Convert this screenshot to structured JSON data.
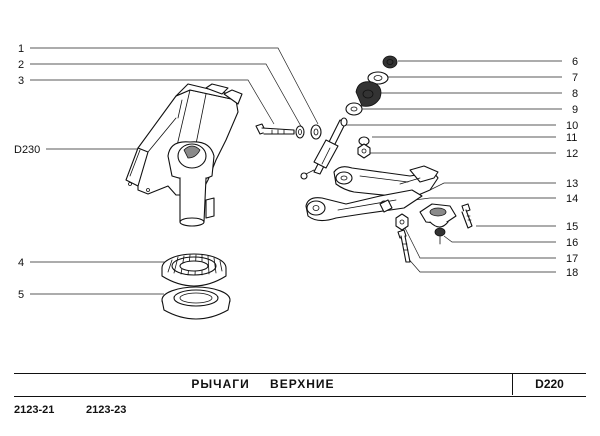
{
  "callouts": {
    "left": [
      "1",
      "2",
      "3",
      "D230",
      "4",
      "5"
    ],
    "right": [
      "6",
      "7",
      "8",
      "9",
      "10",
      "11",
      "12",
      "13",
      "14",
      "15",
      "16",
      "17",
      "18"
    ]
  },
  "title_bar": {
    "title": "РЫЧАГИ ВЕРХНИЕ",
    "code": "D220"
  },
  "models": [
    "2123-21",
    "2123-23"
  ]
}
